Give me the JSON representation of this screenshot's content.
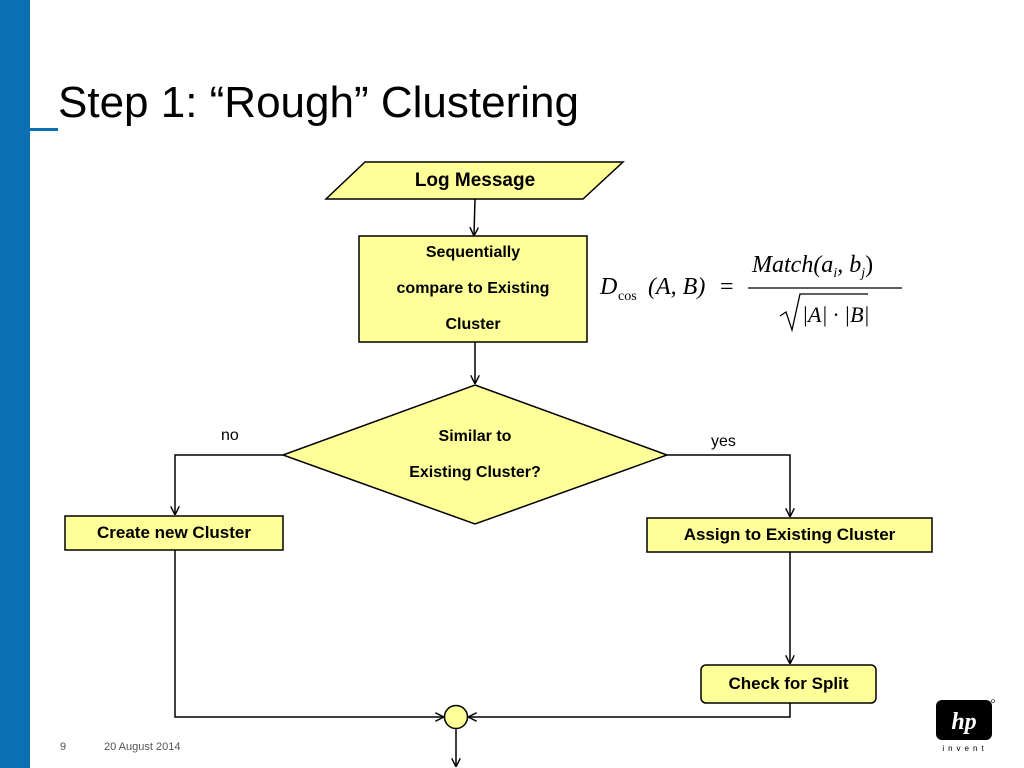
{
  "slide": {
    "title": "Step 1: “Rough” Clustering",
    "page_number": "9",
    "date": "20 August 2014"
  },
  "colors": {
    "accent_blue": "#0b6fb3",
    "node_fill": "#ffff99",
    "node_stroke": "#000000"
  },
  "flowchart": {
    "start": "Log Message",
    "compare": [
      "Sequentially",
      "compare to Existing",
      "Cluster"
    ],
    "decision": [
      "Similar to",
      "Existing Cluster?"
    ],
    "no_label": "no",
    "yes_label": "yes",
    "create": "Create new Cluster",
    "assign": "Assign to Existing Cluster",
    "check": "Check for Split"
  },
  "formula": {
    "lhs_symbol": "D",
    "lhs_subscript": "cos",
    "lhs_args": "(A, B)",
    "equals": "=",
    "numerator": "Match(a",
    "numerator_i": "i",
    "numerator_mid": ", b",
    "numerator_j": "j",
    "numerator_end": ")",
    "denominator": "|A| · |B|"
  },
  "logo": {
    "mark": "hp",
    "tagline": "invent"
  }
}
